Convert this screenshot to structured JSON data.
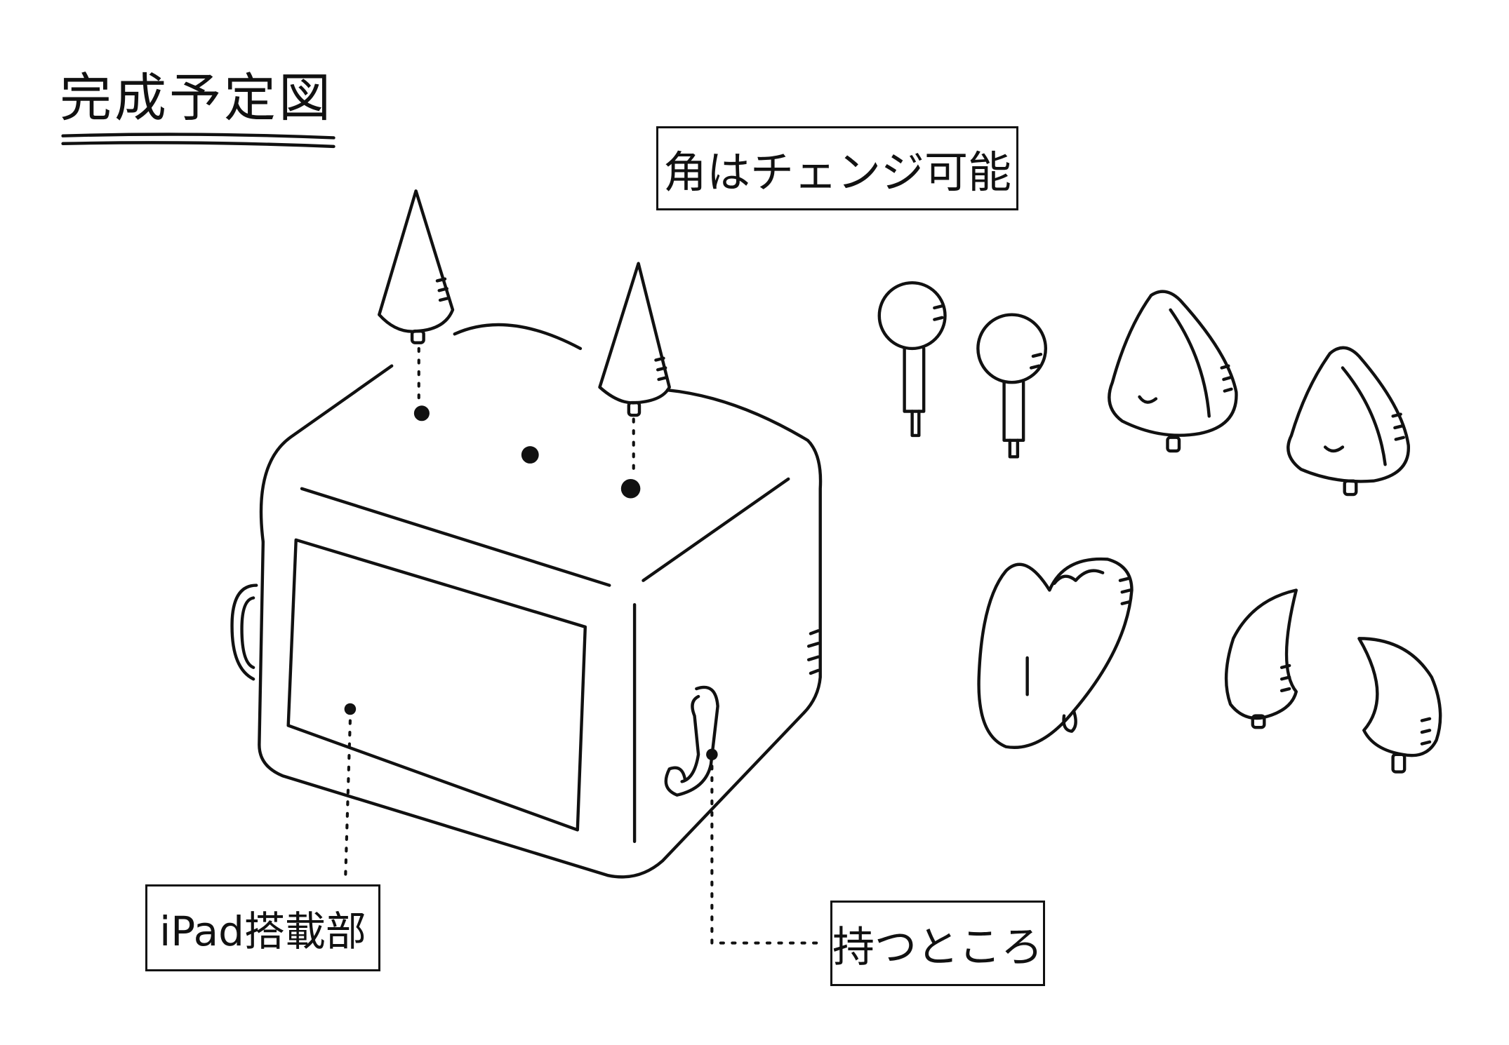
{
  "title": "完成予定図",
  "labels": {
    "horns": "角はチェンジ可能",
    "ipad_mount": "iPad搭載部",
    "handle": "持つところ"
  },
  "colors": {
    "ink": "#111111",
    "paper": "#ffffff"
  }
}
